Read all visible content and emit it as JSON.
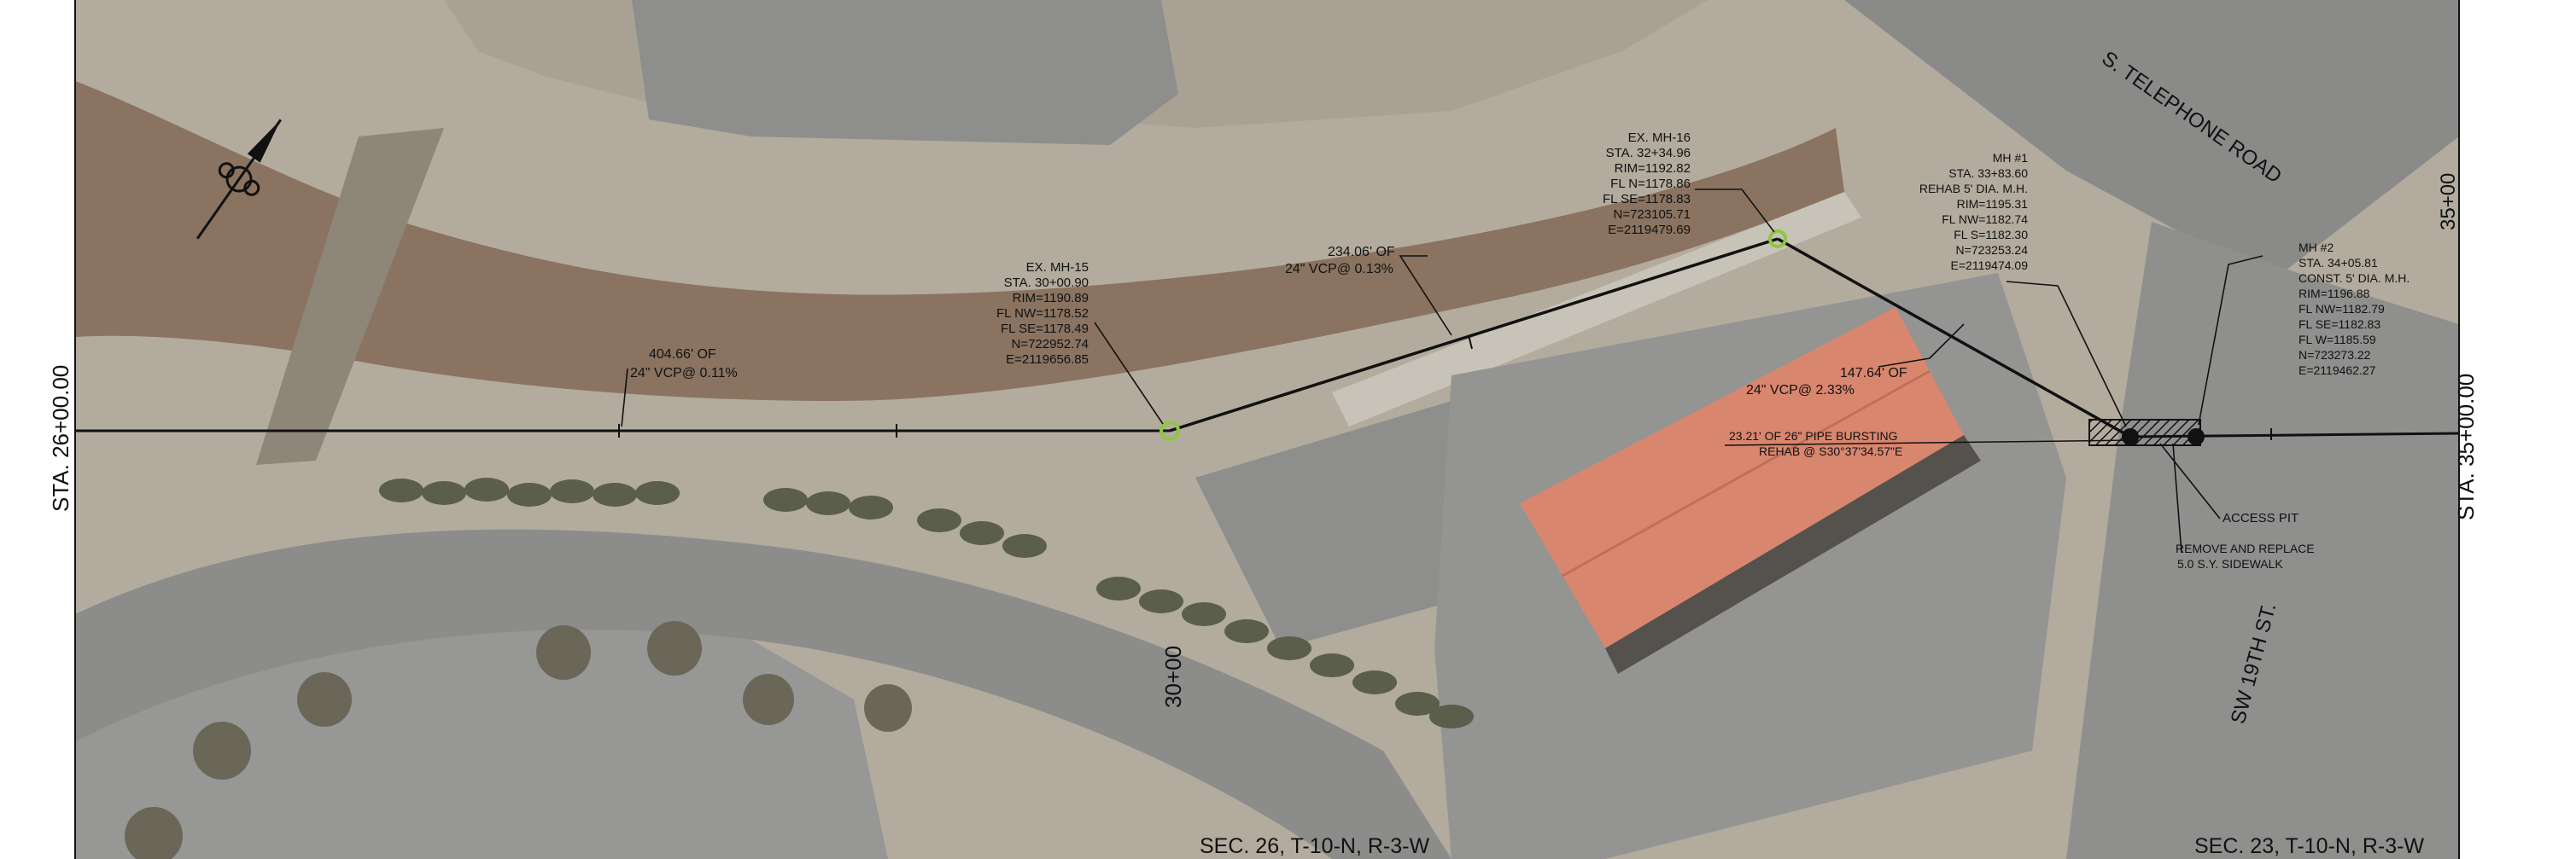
{
  "stations": {
    "start": "STA. 26+00.00",
    "end": "STA. 35+00.00",
    "mid": "30+00",
    "top_right": "35+00"
  },
  "streets": {
    "telephone": "S. TELEPHONE ROAD",
    "sw19th": "SW 19TH ST."
  },
  "sections": {
    "left": "SEC. 26, T-10-N, R-3-W",
    "right": "SEC. 23, T-10-N, R-3-W"
  },
  "segments": {
    "seg1": [
      "404.66' OF",
      "24\" VCP@ 0.11%"
    ],
    "seg2": [
      "234.06' OF",
      "24\" VCP@ 0.13%"
    ],
    "seg3": [
      "147.64' OF",
      "24\" VCP@ 2.33%"
    ],
    "bursting": [
      "23.21' OF 26\" PIPE BURSTING",
      "REHAB @ S30°37'34.57\"E"
    ]
  },
  "manholes": {
    "mh15": [
      "EX. MH-15",
      "STA. 30+00.90",
      "RIM=1190.89",
      "FL NW=1178.52",
      "FL SE=1178.49",
      "N=722952.74",
      "E=2119656.85"
    ],
    "mh16": [
      "EX. MH-16",
      "STA. 32+34.96",
      "RIM=1192.82",
      "FL N=1178.86",
      "FL SE=1178.83",
      "N=723105.71",
      "E=2119479.69"
    ],
    "mh1": [
      "MH #1",
      "STA. 33+83.60",
      "REHAB 5' DIA. M.H.",
      "RIM=1195.31",
      "FL NW=1182.74",
      "FL S=1182.30",
      "N=723253.24",
      "E=2119474.09"
    ],
    "mh2": [
      "MH #2",
      "STA. 34+05.81",
      "CONST. 5' DIA. M.H.",
      "RIM=1196.88",
      "FL NW=1182.79",
      "FL SE=1182.83",
      "FL W=1185.59",
      "N=723273.22",
      "E=2119462.27"
    ]
  },
  "callouts": {
    "access_pit": "ACCESS PIT",
    "sidewalk": [
      "REMOVE AND REPLACE",
      "5.0 S.Y. SIDEWALK"
    ]
  },
  "colors": {
    "river": "#8a7360",
    "pavement": "#8e8e8c",
    "ground": "#b7ad9e",
    "roof": "#d9866e",
    "tree": "#5a5e4a",
    "manhole_existing": "#8fc63d",
    "sewer_line": "#111111"
  },
  "icons": {
    "north_arrow": "north-arrow-icon"
  }
}
